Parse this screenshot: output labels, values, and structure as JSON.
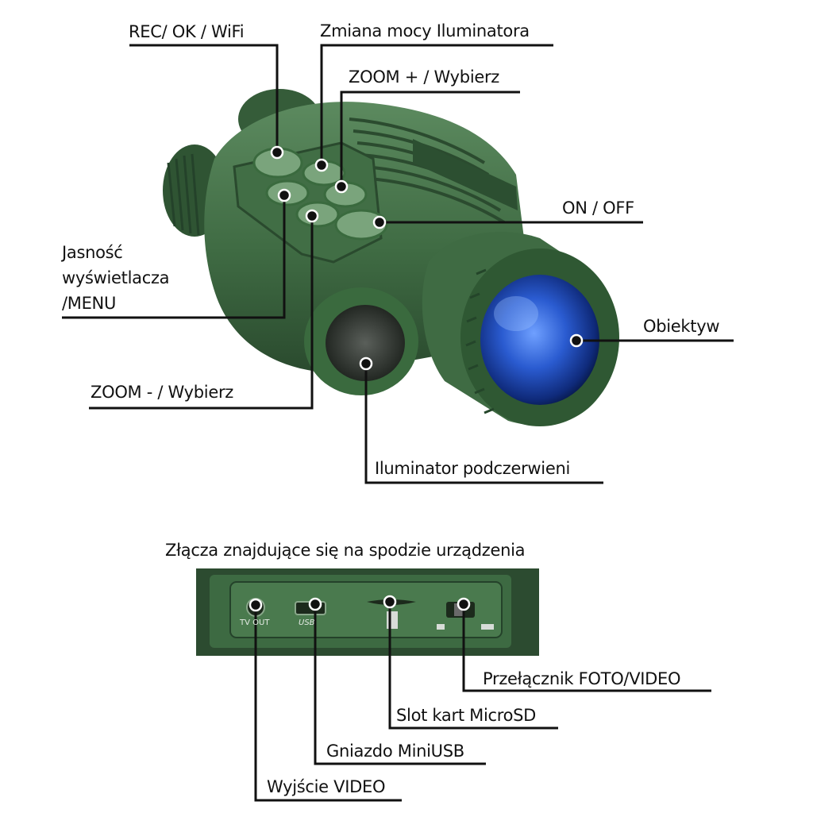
{
  "device_labels": {
    "rec_ok_wifi": "REC/ OK / WiFi",
    "illuminator_power": "Zmiana mocy Iluminatora",
    "zoom_plus": "ZOOM + / Wybierz",
    "on_off": "ON / OFF",
    "display_brightness_1": "Jasność",
    "display_brightness_2": "wyświetlacza",
    "display_brightness_3": "/MENU",
    "lens": "Obiektyw",
    "zoom_minus": "ZOOM - / Wybierz",
    "ir_illuminator": "Iluminator podczerwieni"
  },
  "bottom_panel": {
    "title": "Złącza znajdujące się na spodzie urządzenia",
    "port_tv_out": "TV OUT",
    "port_usb": "USB",
    "labels": {
      "photo_video_switch": "Przełącznik FOTO/VIDEO",
      "microsd_slot": "Slot kart MicroSD",
      "miniusb_socket": "Gniazdo MiniUSB",
      "video_output": "Wyjście VIDEO"
    }
  },
  "colors": {
    "body_green": "#3f6b43",
    "dark_green": "#2c4f31",
    "light_green": "#5b8b5f",
    "lens_blue": "#2a5bd0",
    "line": "#111111"
  }
}
